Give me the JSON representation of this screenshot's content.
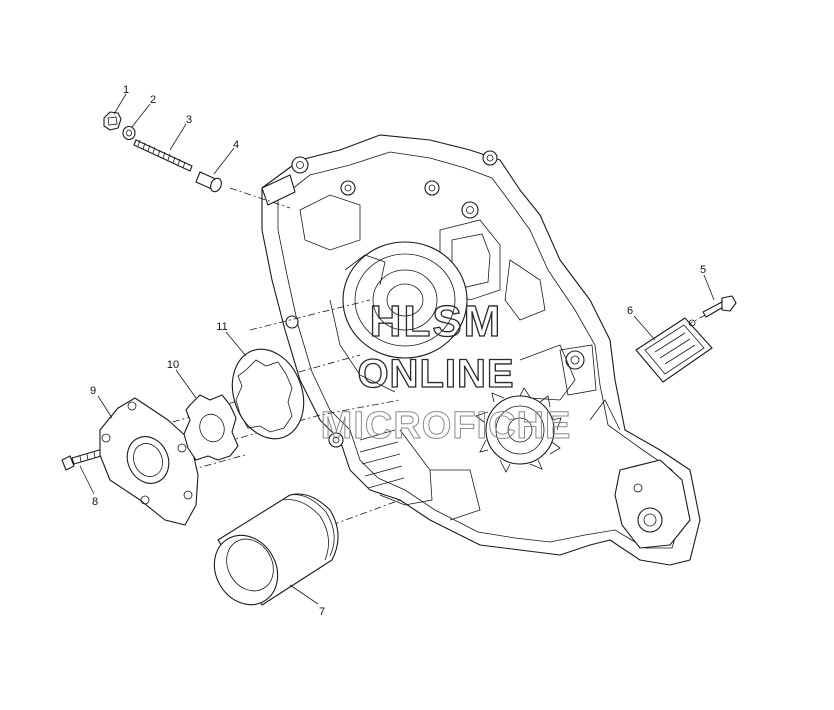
{
  "diagram": {
    "callouts": [
      {
        "id": "1",
        "label": "1"
      },
      {
        "id": "2",
        "label": "2"
      },
      {
        "id": "3",
        "label": "3"
      },
      {
        "id": "4",
        "label": "4"
      },
      {
        "id": "5",
        "label": "5"
      },
      {
        "id": "6",
        "label": "6"
      },
      {
        "id": "7",
        "label": "7"
      },
      {
        "id": "8",
        "label": "8"
      },
      {
        "id": "9",
        "label": "9"
      },
      {
        "id": "10",
        "label": "10"
      },
      {
        "id": "11",
        "label": "11"
      }
    ],
    "watermark": {
      "line1": "HLSM",
      "line2": "ONLINE",
      "line3": "MICROFICHE"
    }
  }
}
